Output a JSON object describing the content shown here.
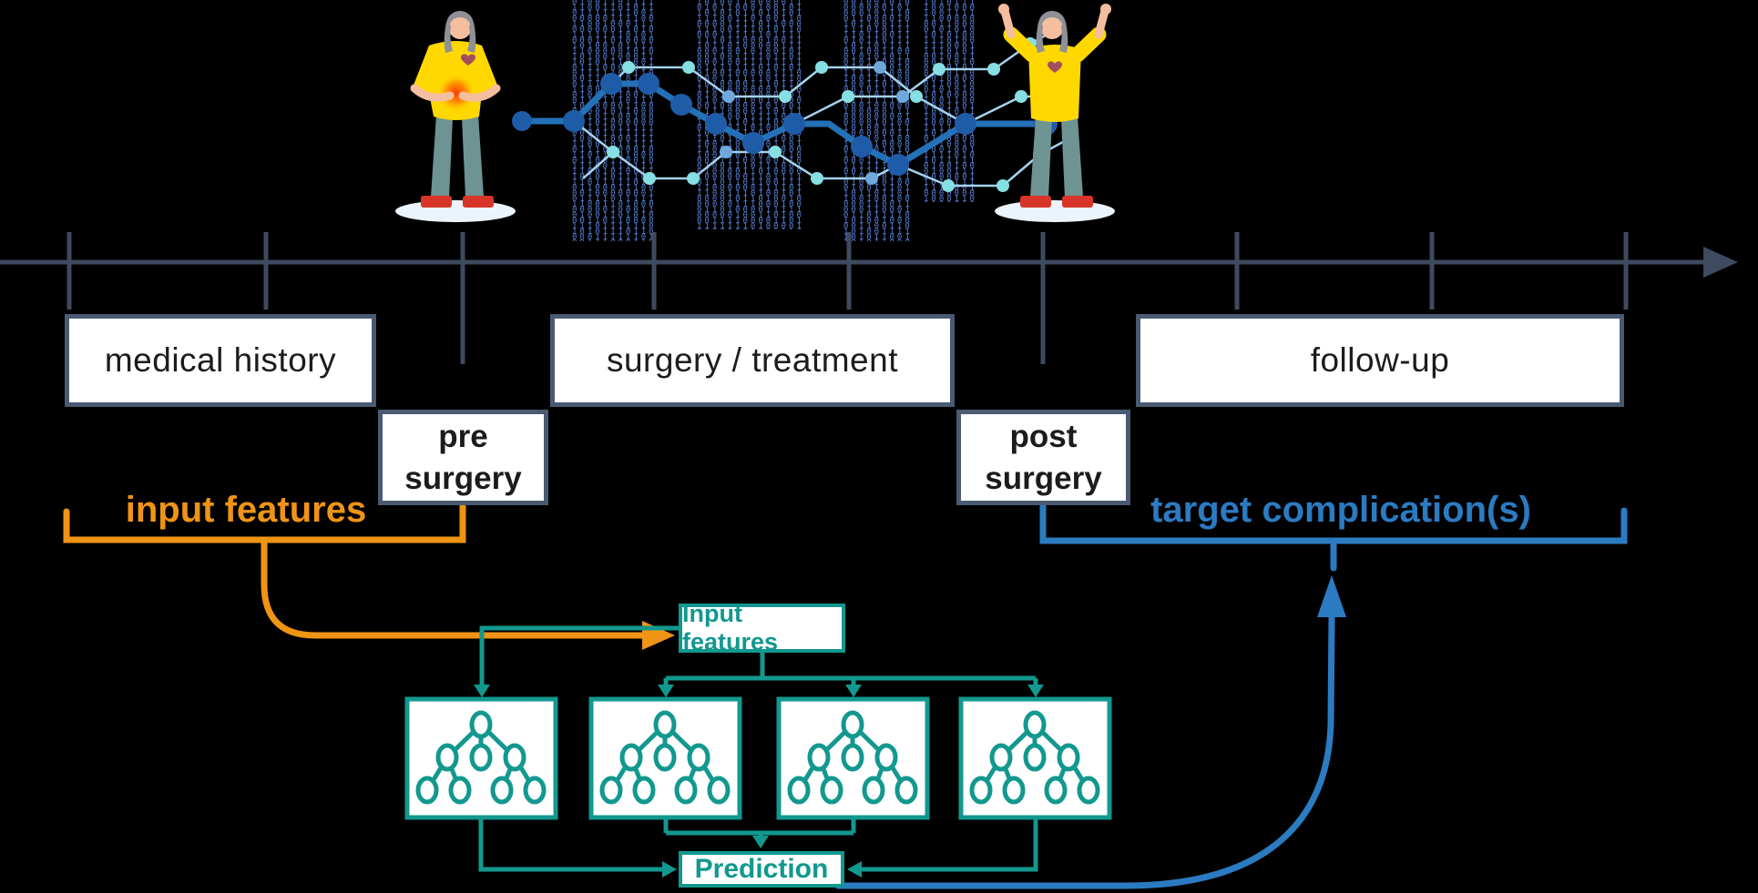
{
  "canvas": {
    "background": "#000000"
  },
  "timeline": {
    "description": "patient timeline axis with tick marks and right arrow",
    "tick_count": 9
  },
  "phase_boxes": {
    "medical_history": "medical history",
    "surgery_treatment": "surgery / treatment",
    "follow_up": "follow-up",
    "pre_surgery": [
      "pre",
      "surgery"
    ],
    "post_surgery": [
      "post",
      "surgery"
    ]
  },
  "annotations": {
    "input_features": "input features",
    "target_complications": "target complication(s)"
  },
  "model": {
    "input_box": "Input features",
    "prediction_box": "Prediction",
    "tree_count": 4
  },
  "illustrations": {
    "patient_sick": "patient-with-abdominal-pain-icon",
    "patient_recovered": "recovered-patient-arms-raised-icon",
    "neural_network": "neural-network-over-binary-code-illustration",
    "decision_tree": "decision-tree-icon"
  },
  "colors": {
    "bg": "#000000",
    "slate": "#3e4a5f",
    "box-border": "#4a5a72",
    "orange": "#ef9414",
    "blue": "#2b7bc2",
    "teal": "#12988f",
    "binary": "#5b86e0",
    "shirt": "#ffd800",
    "pants": "#6e9393",
    "skin": "#f5be9f",
    "hair": "#8e9196",
    "shoes": "#d8352a",
    "base": "#eaf4fa"
  }
}
